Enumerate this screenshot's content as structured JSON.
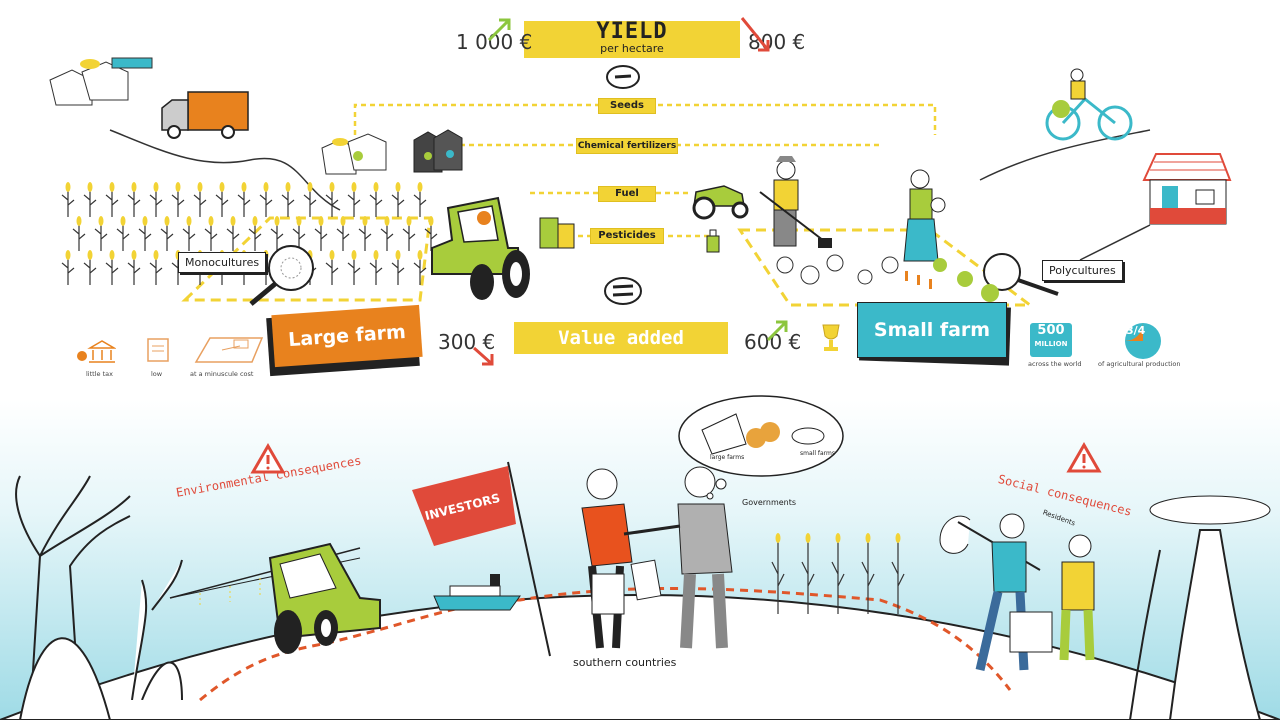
{
  "yield": {
    "title": "YIELD",
    "subtitle": "per hectare",
    "large_value": "1 000 €",
    "small_value": "800 €"
  },
  "value_added": {
    "title": "Value added",
    "large_value": "300 €",
    "small_value": "600 €"
  },
  "inputs": [
    "Seeds",
    "Chemical fertilizers",
    "Fuel",
    "Pesticides"
  ],
  "large_farm": {
    "label": "Large farm",
    "tag": "Monocultures",
    "notes": [
      "little tax",
      "low",
      "at a minuscule cost"
    ]
  },
  "small_farm": {
    "label": "Small farm",
    "tag": "Polycultures",
    "stat1_value": "500",
    "stat1_unit": "MILLION",
    "stat1_caption": "across the world",
    "stat2_value": "3/4",
    "stat2_caption": "of agricultural production"
  },
  "bottom": {
    "env": "Environmental consequences",
    "social": "Social consequences",
    "investors": "INVESTORS",
    "southern": "southern countries",
    "governments": "Governments",
    "residents": "Residents",
    "thought_large": "large farms",
    "thought_small": "small farms"
  },
  "colors": {
    "yellow": "#f2d335",
    "orange": "#e8821e",
    "teal": "#3bb9c9",
    "green": "#a8cc3c",
    "red": "#e04a3a",
    "sky": "#c6eaf0"
  }
}
